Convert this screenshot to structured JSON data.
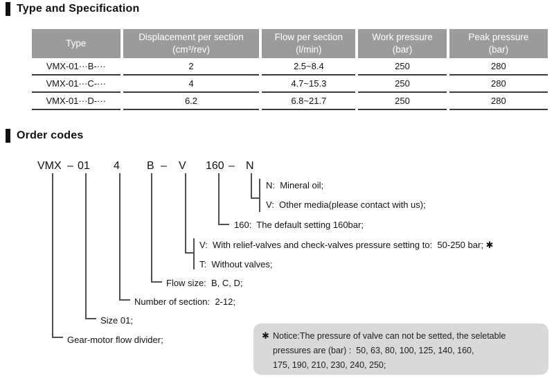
{
  "sections": {
    "spec": {
      "title": "Type and Specification"
    },
    "order": {
      "title": "Order codes"
    }
  },
  "spec_table": {
    "headers": [
      {
        "line1": "Type",
        "line2": ""
      },
      {
        "line1": "Displacement per section",
        "line2": "(cm³/rev)"
      },
      {
        "line1": "Flow per section",
        "line2": "(l/min)"
      },
      {
        "line1": "Work pressure",
        "line2": "(bar)"
      },
      {
        "line1": "Peak pressure",
        "line2": "(bar)"
      }
    ],
    "rows": [
      [
        "VMX-01···B-···",
        "2",
        "2.5~8.4",
        "250",
        "280"
      ],
      [
        "VMX-01···C-···",
        "4",
        "4.7~15.3",
        "250",
        "280"
      ],
      [
        "VMX-01···D-···",
        "6.2",
        "6.8~21.7",
        "250",
        "280"
      ]
    ]
  },
  "order_code": {
    "parts": [
      "VMX",
      "–",
      "01",
      "4",
      "B",
      "–",
      "V",
      "160",
      "–",
      "N"
    ],
    "legend": {
      "media": {
        "options": [
          "N:  Mineral oil;",
          "V:  Other media(please contact with us);"
        ]
      },
      "pressure": "160:  The default setting 160bar;",
      "valves": {
        "options": [
          "V:  With relief-valves and check-valves pressure setting to:  50-250 bar; ✱",
          "T:  Without valves;"
        ]
      },
      "flow_size": "Flow size:  B, C, D;",
      "sections": "Number of section:  2-12;",
      "size": "Size 01;",
      "divider": "Gear-motor flow divider;"
    }
  },
  "notice": {
    "marker": "✱",
    "lines": [
      "Notice:The pressure of valve can not be setted, the seletable",
      "pressures are (bar) :  50, 63, 80, 100, 125, 140, 160,",
      "175, 190, 210, 230, 240, 250;"
    ]
  }
}
